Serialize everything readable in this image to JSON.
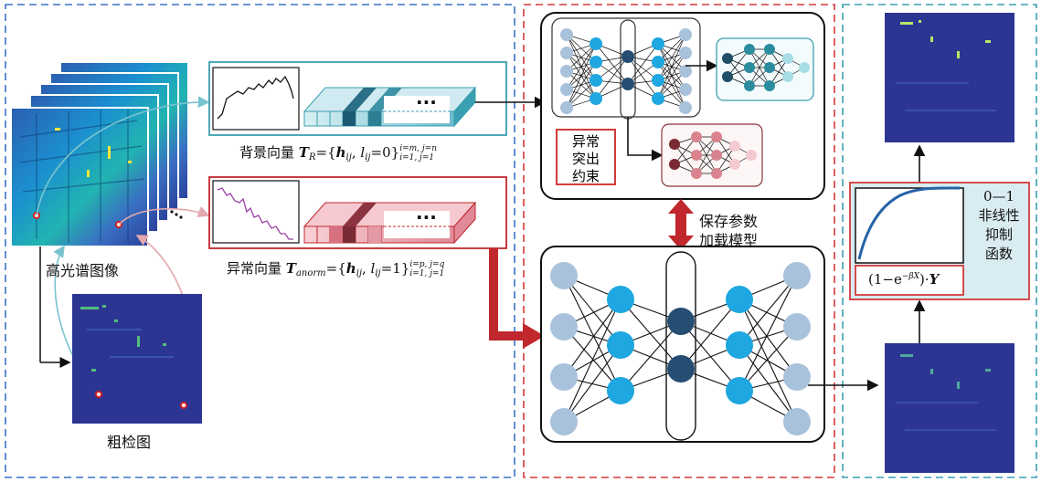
{
  "labels": {
    "hyperspectral_image": "高光谱图像",
    "coarse_map": "粗检图",
    "save_load_line1": "保存参数",
    "save_load_line2": "加载模型",
    "anomaly_constraint_line1": "异常",
    "anomaly_constraint_line2": "突出",
    "anomaly_constraint_line3": "约束",
    "suppress_range": "0—1",
    "suppress_line1": "非线性",
    "suppress_line2": "抑制",
    "suppress_line3": "函数",
    "dots": "..."
  },
  "formulas": {
    "background": {
      "prefix": "背景向量",
      "T": "T",
      "T_sub": "R",
      "eq": "=",
      "h": "h",
      "h_sub": "ij",
      "l": "l",
      "l_sub": "ij",
      "l_val": "=0",
      "sup": "i=m, j=n",
      "sub": "i=1, j=1"
    },
    "anomaly": {
      "prefix": "异常向量",
      "T": "T",
      "T_sub": "anorm",
      "eq": "=",
      "h": "h",
      "h_sub": "ij",
      "l": "l",
      "l_sub": "ij",
      "l_val": "=1",
      "sup": "i=p, j=q",
      "sub": "i=1, j=1"
    },
    "suppression": {
      "open": "(1−e",
      "exponent": "−βX",
      "close": ")·",
      "Y": "Y"
    }
  },
  "colors": {
    "panel_blue_dash": "#3a73c4",
    "panel_red_dash": "#d23a3a",
    "panel_teal_dash": "#3aa0b0",
    "node_light": "#a9c2dc",
    "node_cyan": "#1ea7e1",
    "node_dark": "#264d72",
    "node_teal_dark": "#1f4e66",
    "node_teal": "#2a8c9e",
    "node_teal_light": "#a8dde6",
    "node_red_dark": "#7a2a33",
    "node_pink": "#d9838e",
    "node_pink_light": "#f4c9cf",
    "big_arrow": "#c0282d",
    "curve_blue": "#2563a6"
  }
}
